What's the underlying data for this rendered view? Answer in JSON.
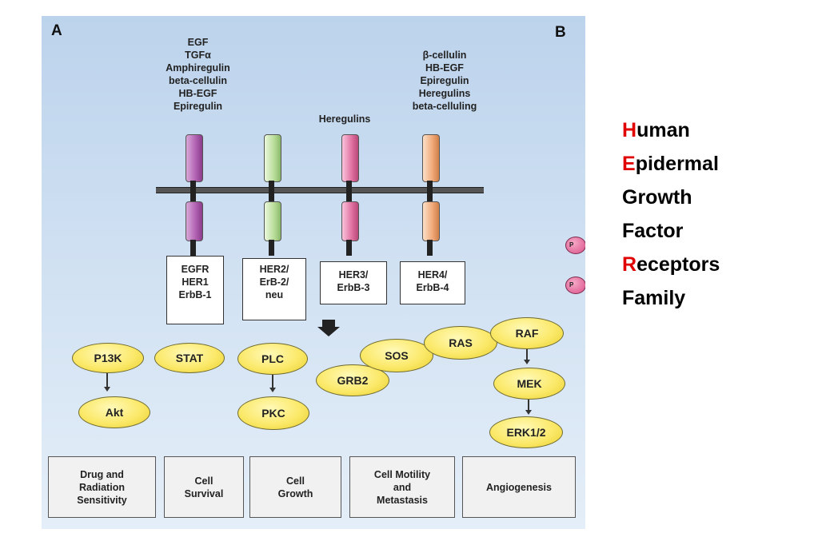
{
  "panel_labels": {
    "a": "A",
    "b": "B"
  },
  "ligands": {
    "egfr": "EGF\nTGFα\nAmphiregulin\nbeta-cellulin\nHB-EGF\nEpiregulin",
    "her3": "Heregulins",
    "her4": "β-cellulin\nHB-EGF\nEpiregulin\nHeregulins\nbeta-celluling"
  },
  "receptors": [
    {
      "label": "EGFR\nHER1\nErbB-1",
      "color": "#b060b0"
    },
    {
      "label": "HER2/\nErB-2/\nneu",
      "color": "#b8dc98"
    },
    {
      "label": "HER3/\nErbB-3",
      "color": "#e070a0"
    },
    {
      "label": "HER4/\nErbB-4",
      "color": "#f0a878"
    }
  ],
  "pathway_nodes": {
    "p13k": "P13K",
    "akt": "Akt",
    "stat": "STAT",
    "plc": "PLC",
    "pkc": "PKC",
    "grb2": "GRB2",
    "sos": "SOS",
    "ras": "RAS",
    "raf": "RAF",
    "mek": "MEK",
    "erk": "ERK1/2"
  },
  "partial_nodes": {
    "p1": "P",
    "p2": "P"
  },
  "outcomes": [
    "Drug and\nRadiation\nSensitivity",
    "Cell\nSurvival",
    "Cell\nGrowth",
    "Cell Motility\nand\nMetastasis",
    "Angiogenesis"
  ],
  "legend": [
    {
      "initial": "H",
      "rest": "uman"
    },
    {
      "initial": "E",
      "rest": "pidermal"
    },
    {
      "initial": "",
      "rest": "Growth"
    },
    {
      "initial": "",
      "rest": "Factor"
    },
    {
      "initial": "R",
      "rest": "eceptors"
    },
    {
      "initial": "",
      "rest": "Family"
    }
  ],
  "colors": {
    "initial_highlight": "#e00000",
    "ellipse": "#fbe96a",
    "background": "#cfe0f2"
  }
}
